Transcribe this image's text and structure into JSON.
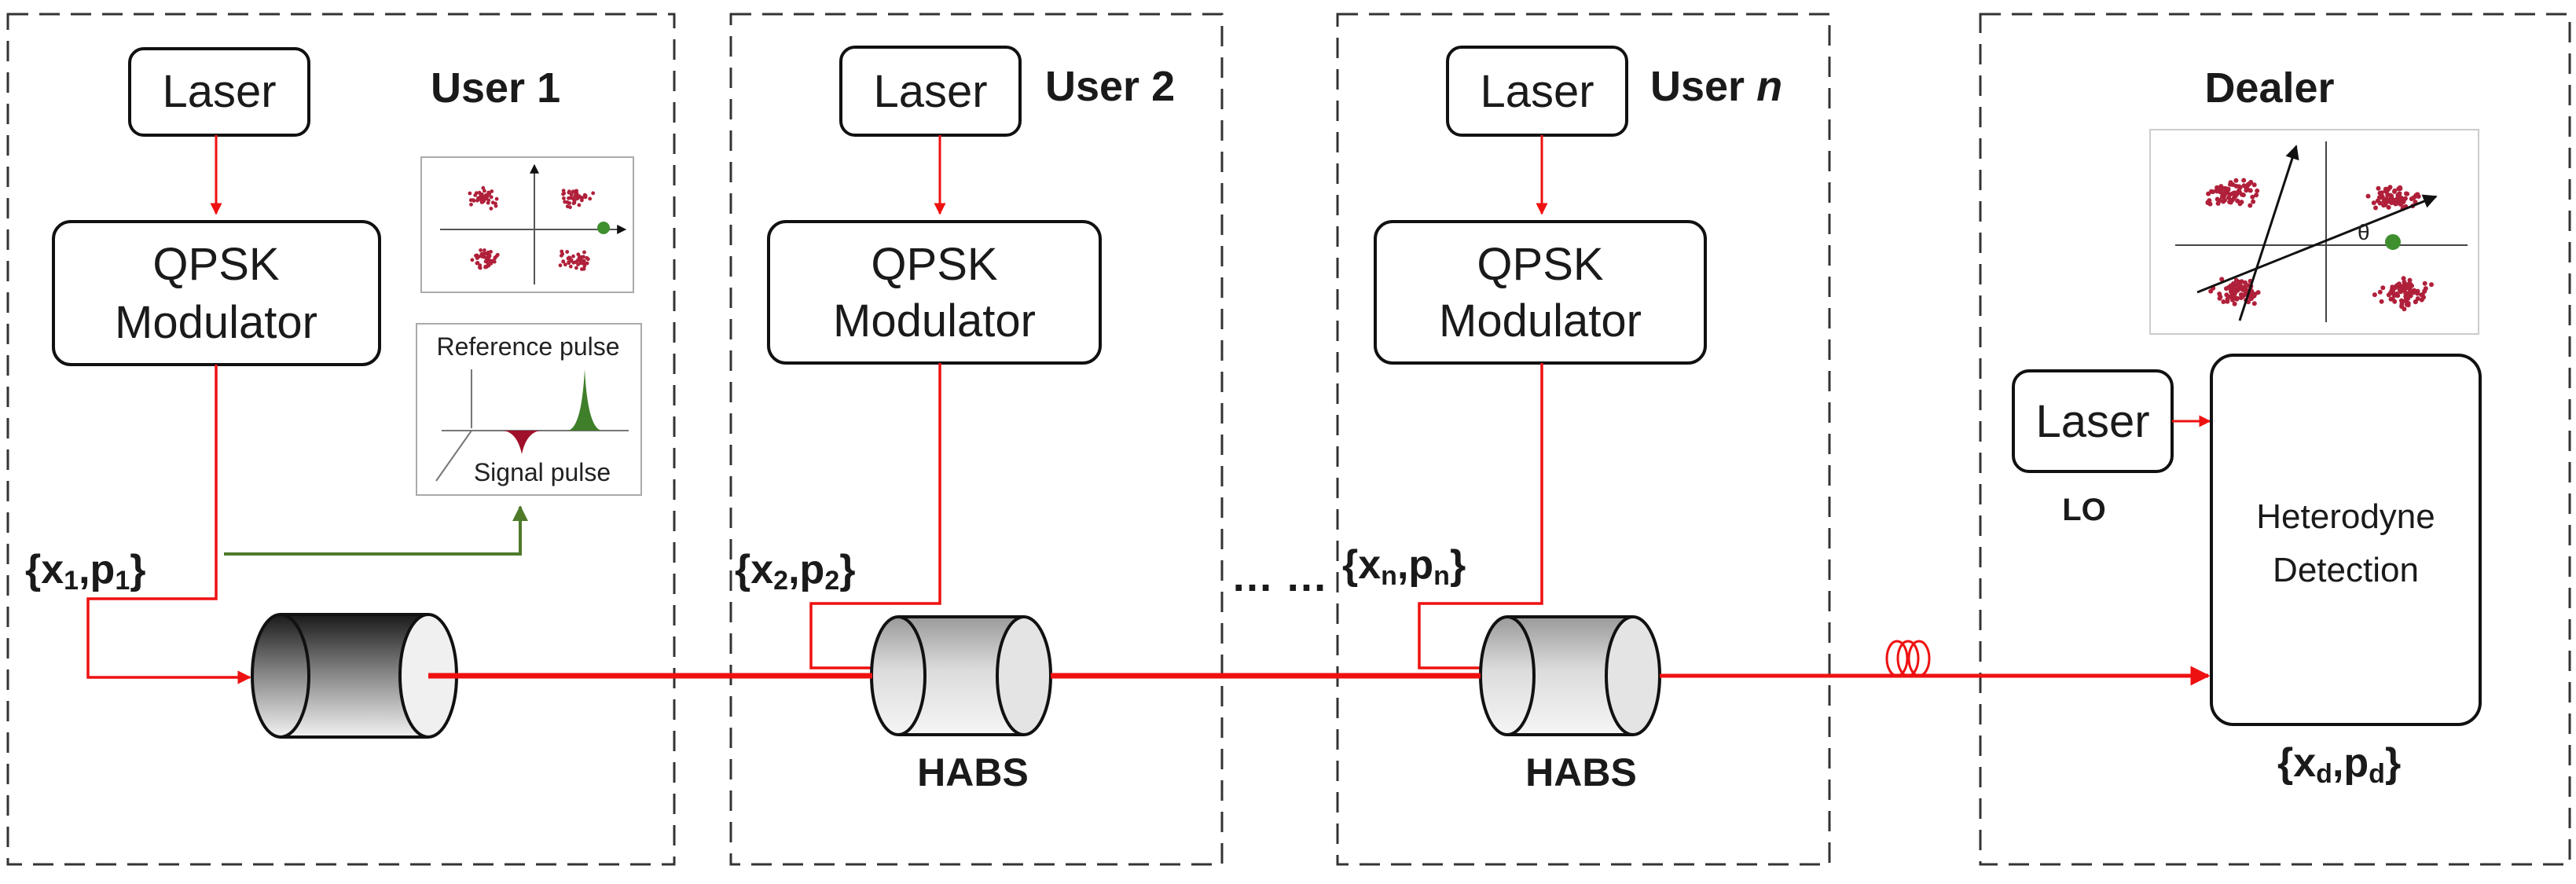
{
  "users": [
    {
      "title": "User 1",
      "laser": "Laser",
      "mod_line1": "QPSK",
      "mod_line2": "Modulator",
      "quad_x": "x",
      "quad_p": "p",
      "sub": "1",
      "device": ""
    },
    {
      "title": "User 2",
      "laser": "Laser",
      "mod_line1": "QPSK",
      "mod_line2": "Modulator",
      "quad_x": "x",
      "quad_p": "p",
      "sub": "2",
      "device": "HABS"
    },
    {
      "title_prefix": "User ",
      "title_var": "n",
      "laser": "Laser",
      "mod_line1": "QPSK",
      "mod_line2": "Modulator",
      "quad_x": "x",
      "quad_p": "p",
      "sub": "n",
      "device": "HABS"
    }
  ],
  "ellipsis": "… …",
  "pulse_inset": {
    "reference": "Reference pulse",
    "signal": "Signal pulse"
  },
  "dealer": {
    "title": "Dealer",
    "laser": "Laser",
    "lo": "LO",
    "detect_line1": "Heterodyne",
    "detect_line2": "Detection",
    "quad_x": "x",
    "quad_p": "p",
    "sub": "d",
    "angle": "θ"
  },
  "colors": {
    "signal": "#ee1111",
    "feedback": "#4e7a2a",
    "dots": "#b0203a",
    "green": "#3f8f2f"
  }
}
